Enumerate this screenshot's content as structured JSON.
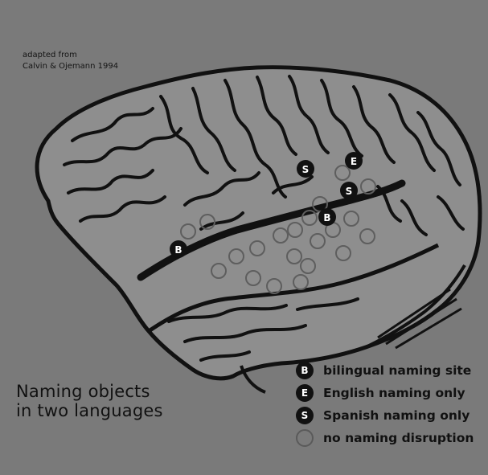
{
  "source": {
    "line1": "adapted from",
    "line2": "Calvin & Ojemann 1994"
  },
  "title": {
    "line1": "Naming objects",
    "line2": "in two languages"
  },
  "legend": [
    {
      "mark": "B",
      "label": "bilingual naming site",
      "style": "filled"
    },
    {
      "mark": "E",
      "label": "English naming only",
      "style": "filled"
    },
    {
      "mark": "S",
      "label": "Spanish naming only",
      "style": "filled"
    },
    {
      "mark": "",
      "label": "no naming disruption",
      "style": "open"
    }
  ],
  "sites": {
    "bilingual_marker": "B",
    "english_marker": "E",
    "spanish_marker": "S"
  },
  "colors": {
    "background": "#7a7a7a",
    "brain_fill": "#8e8e8e",
    "outline": "#111111",
    "marker_fill": "#111111",
    "open_circle": "#5e5e5e"
  }
}
